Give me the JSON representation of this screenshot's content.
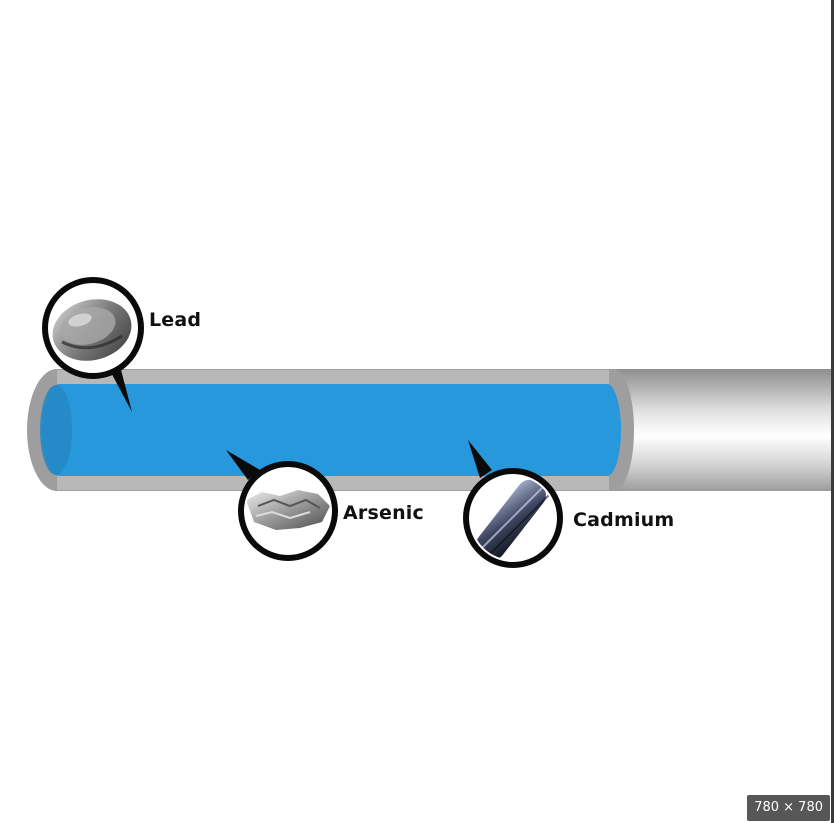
{
  "diagram": {
    "callouts": [
      {
        "id": "lead",
        "label": "Lead"
      },
      {
        "id": "arsenic",
        "label": "Arsenic"
      },
      {
        "id": "cadmium",
        "label": "Cadmium"
      }
    ]
  },
  "viewer": {
    "size_badge": "780 × 780"
  },
  "colors": {
    "water": "#2898dc",
    "pipe_wall": "#b4b4b4",
    "pipe_shell": "#9a9a9a",
    "ring": "#0a0a0a"
  }
}
